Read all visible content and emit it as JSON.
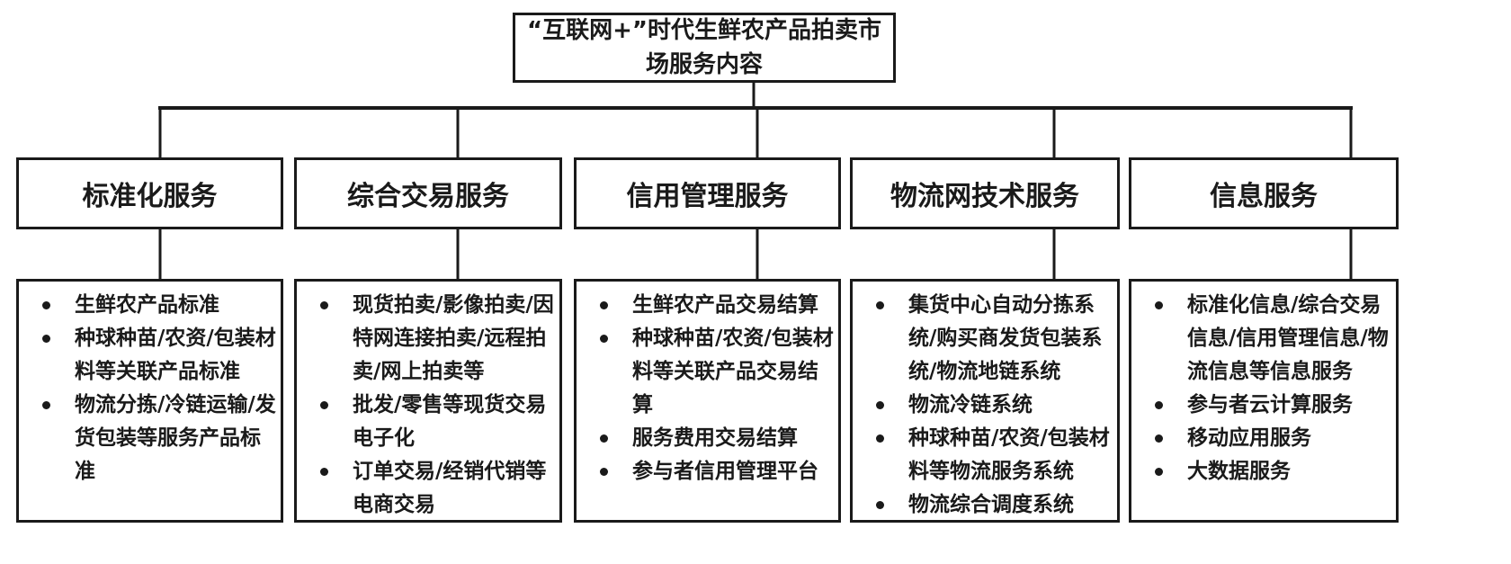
{
  "root": {
    "title": "“互联网+”时代生鲜农产品拍卖市场服务内容"
  },
  "branches": [
    {
      "title": "标准化服务",
      "items": [
        "生鲜农产品标准",
        "种球种苗/农资/包装材料等关联产品标准",
        "物流分拣/冷链运输/发货包装等服务产品标准"
      ]
    },
    {
      "title": "综合交易服务",
      "items": [
        "现货拍卖/影像拍卖/因特网连接拍卖/远程拍卖/网上拍卖等",
        "批发/零售等现货交易电子化",
        "订单交易/经销代销等电商交易"
      ]
    },
    {
      "title": "信用管理服务",
      "items": [
        "生鲜农产品交易结算",
        "种球种苗/农资/包装材料等关联产品交易结算",
        "服务费用交易结算",
        "参与者信用管理平台"
      ]
    },
    {
      "title": "物流网技术服务",
      "items": [
        "集货中心自动分拣系统/购买商发货包装系统/物流地链系统",
        "物流冷链系统",
        "种球种苗/农资/包装材料等物流服务系统",
        "物流综合调度系统"
      ]
    },
    {
      "title": "信息服务",
      "items": [
        "标准化信息/综合交易信息/信用管理信息/物流信息等信息服务",
        "参与者云计算服务",
        "移动应用服务",
        "大数据服务"
      ]
    }
  ],
  "colors": {
    "line": "#1a1a1a",
    "text": "#1a1a1a",
    "background": "#ffffff"
  }
}
